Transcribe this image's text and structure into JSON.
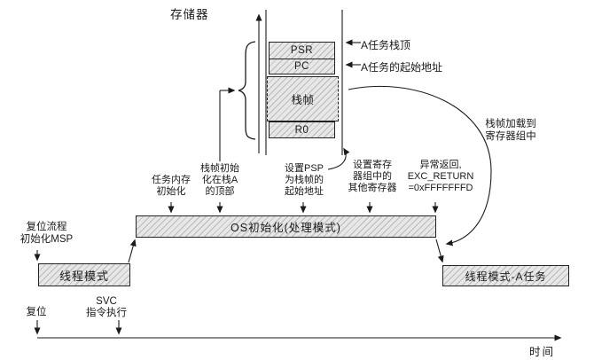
{
  "colors": {
    "ink": "#1a1a1a",
    "hatch_fill": "#e7e7e7",
    "hatch_line": "#b9b9b9",
    "background": "#ffffff"
  },
  "memory": {
    "title": "存储器",
    "cells": [
      "PSR",
      "PC",
      "栈帧",
      "R0"
    ],
    "pointer_labels": [
      "A任务栈顶",
      "A任务的起始地址"
    ]
  },
  "load_callout": {
    "lines": [
      "栈帧加载到",
      "寄存器组中"
    ]
  },
  "annotations": [
    {
      "lines": [
        "任务内存",
        "初始化"
      ]
    },
    {
      "lines": [
        "栈帧初始",
        "化在栈A",
        "的顶部"
      ]
    },
    {
      "lines": [
        "设置PSP",
        "为栈帧的",
        "起始地址"
      ]
    },
    {
      "lines": [
        "设置寄存",
        "器组中的",
        "其他寄存器"
      ]
    },
    {
      "lines": [
        "异常返回,",
        "EXC_RETURN",
        "=0xFFFFFFFD"
      ]
    }
  ],
  "timeline": {
    "bars": [
      "线程模式",
      "OS初始化(处理模式)",
      "线程模式-A任务"
    ],
    "reset_note": {
      "lines": [
        "复位流程",
        "初始化MSP"
      ]
    },
    "events": [
      {
        "lines": [
          "复位"
        ]
      },
      {
        "lines": [
          "SVC",
          "指令执行"
        ]
      }
    ],
    "axis_label": "时间"
  }
}
